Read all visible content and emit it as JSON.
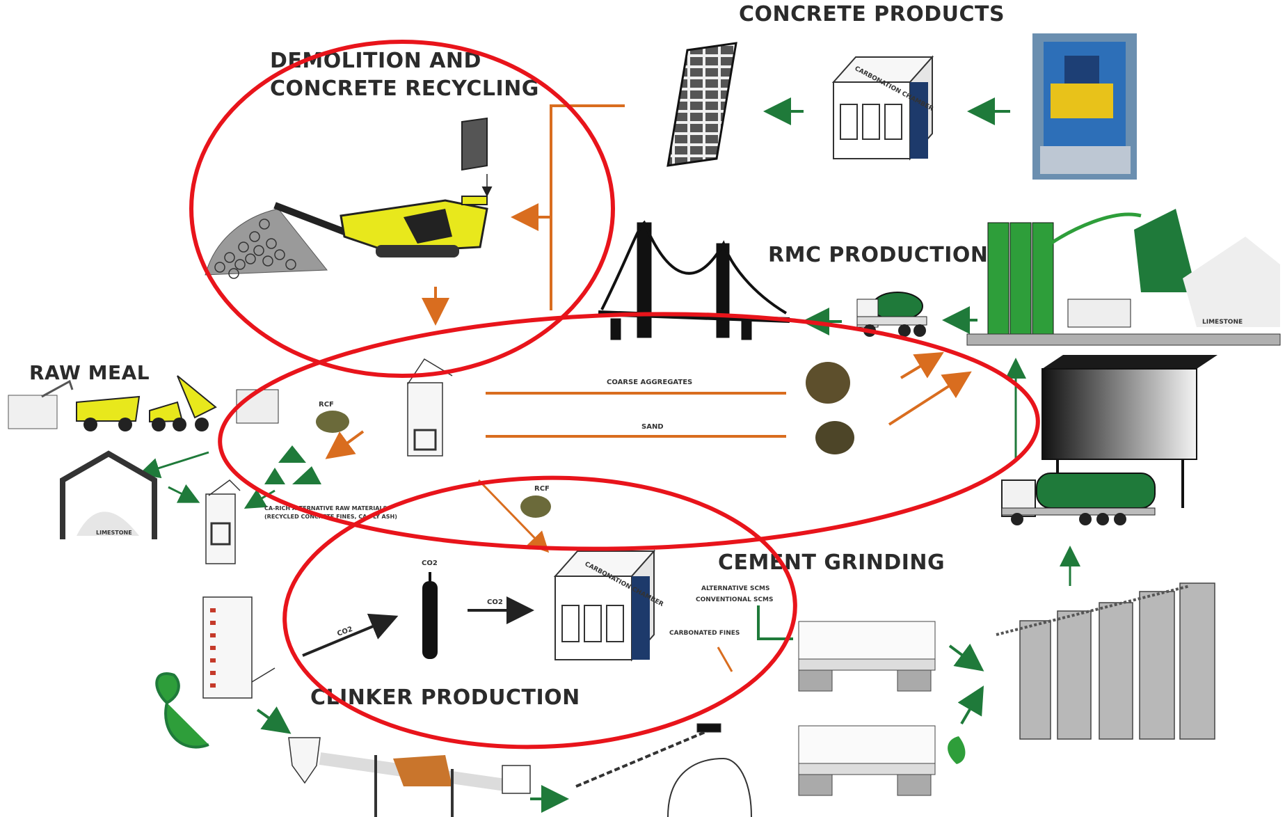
{
  "titles": {
    "concrete_products": "CONCRETE PRODUCTS",
    "demolition_line1": "DEMOLITION AND",
    "demolition_line2": "CONCRETE RECYCLING",
    "rmc_production": "RMC PRODUCTION",
    "raw_meal": "RAW MEAL",
    "cement_grinding": "CEMENT GRINDING",
    "clinker_production": "CLINKER PRODUCTION"
  },
  "labels": {
    "carbonation_chamber": "CARBONATION CHAMBER",
    "limestone": "LIMESTONE",
    "coarse_aggregates": "COARSE AGGREGATES",
    "sand": "SAND",
    "rcf": "RCF",
    "ca_rich_line1": "CA-RICH ALTERNATIVE RAW MATERIALS",
    "ca_rich_line2": "(RECYCLED CONCRETE FINES, CA-FLY ASH)",
    "co2": "CO2",
    "alternative_scms": "ALTERNATIVE SCMS",
    "conventional_scms": "CONVENTIONAL SCMS",
    "carbonated_fines": "CARBONATED FINES"
  },
  "icons": [
    "recycle-icon",
    "leaf-icon",
    "truck-icon",
    "mixer-truck-icon",
    "co2-cylinder-icon",
    "bridge-icon",
    "silo-icon",
    "crusher-icon",
    "kiln-icon",
    "mill-icon"
  ],
  "colors": {
    "highlight": "#e8141b",
    "flow_orange": "#d96d1f",
    "flow_green": "#1f7a3a",
    "machine_yellow": "#e8e81c",
    "silo_green": "#2e9e3a",
    "gray": "#b8b8b8",
    "dark": "#222222"
  }
}
